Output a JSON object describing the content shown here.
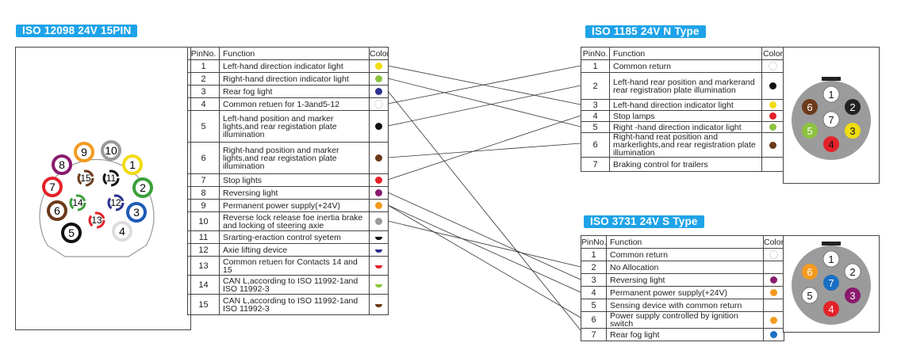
{
  "left": {
    "title": "ISO 12098 24V  15PIN",
    "headers": {
      "pin": "PinNo.",
      "function": "Function",
      "color": "Color"
    },
    "rows": [
      {
        "pin": "1",
        "function": "Left-hand direction indicator light",
        "color": "#f1dc12",
        "mark": "dot"
      },
      {
        "pin": "2",
        "function": "Right-hand direction indicator light",
        "color": "#8cc33e",
        "mark": "dot"
      },
      {
        "pin": "3",
        "function": "Rear fog light",
        "color": "#2b2f8f",
        "mark": "dot"
      },
      {
        "pin": "4",
        "function": "Common retuen for 1-3and5-12",
        "color": "#ffffff",
        "mark": "dot"
      },
      {
        "pin": "5",
        "function": "Left-hand position and marker lights,and rear registation plate illumination",
        "color": "#111111",
        "mark": "dot"
      },
      {
        "pin": "6",
        "function": "Right-hand position and marker lights,and rear registation plate illumination",
        "color": "#6b3a1a",
        "mark": "dot"
      },
      {
        "pin": "7",
        "function": "Stop lights",
        "color": "#e32229",
        "mark": "dot"
      },
      {
        "pin": "8",
        "function": "Reversing light",
        "color": "#8a1a6e",
        "mark": "dot"
      },
      {
        "pin": "9",
        "function": "Permanent power supply(+24V)",
        "color": "#f39a1e",
        "mark": "dot"
      },
      {
        "pin": "10",
        "function": "Reverse lock release foe inertia brake and locking of steering axie",
        "color": "#9a9a9a",
        "mark": "dot"
      },
      {
        "pin": "11",
        "function": "Srarting-eraction control syetem",
        "color": "#111111",
        "mark": "half"
      },
      {
        "pin": "12",
        "function": "Axie lifting device",
        "color": "#2b2f8f",
        "mark": "half"
      },
      {
        "pin": "13",
        "function": "Common retuen for Contacts 14 and 15",
        "color": "#e32229",
        "mark": "half"
      },
      {
        "pin": "14",
        "function": "CAN L,according to ISO 11992-1and  ISO 11992-3",
        "color": "#8cc33e",
        "mark": "half"
      },
      {
        "pin": "15",
        "function": "CAN L,according to ISO 11992-1and  ISO 11992-3",
        "color": "#6b3a1a",
        "mark": "half"
      }
    ]
  },
  "n_type": {
    "title": "ISO 1185 24V  N Type",
    "headers": {
      "pin": "PinNo.",
      "function": "Function",
      "color": "Color"
    },
    "rows": [
      {
        "pin": "1",
        "function": "Common return",
        "color": "#ffffff"
      },
      {
        "pin": "2",
        "function": "Left-hand rear position and markerand rear registration plate illumination",
        "color": "#111111"
      },
      {
        "pin": "3",
        "function": "Left-hand direction indicator light",
        "color": "#f1dc12"
      },
      {
        "pin": "4",
        "function": "Stop lamps",
        "color": "#e32229"
      },
      {
        "pin": "5",
        "function": "Right -hand direction indicator light",
        "color": "#8cc33e"
      },
      {
        "pin": "6",
        "function": "Right-hand reat position and markerlights,and rear registration plate illumination",
        "color": "#6b3a1a"
      },
      {
        "pin": "7",
        "function": "Braking control for trailers",
        "color": ""
      }
    ],
    "connector_pins": [
      "1",
      "2",
      "3",
      "4",
      "5",
      "6",
      "7"
    ]
  },
  "s_type": {
    "title": "ISO 3731 24V  S Type",
    "headers": {
      "pin": "PinNo.",
      "function": "Function",
      "color": "Color"
    },
    "rows": [
      {
        "pin": "1",
        "function": "Common return",
        "color": "#ffffff"
      },
      {
        "pin": "2",
        "function": "No Allocation",
        "color": ""
      },
      {
        "pin": "3",
        "function": "Reversing light",
        "color": "#8a1a6e"
      },
      {
        "pin": "4",
        "function": "Permanent power supply(+24V)",
        "color": "#f39a1e"
      },
      {
        "pin": "5",
        "function": "Sensing device with common return",
        "color": ""
      },
      {
        "pin": "6",
        "function": "Power supply controlled by ignition switch",
        "color": "#f39a1e"
      },
      {
        "pin": "7",
        "function": "Rear fog light",
        "color": "#1a6fc4"
      }
    ],
    "connector_pins": [
      "1",
      "2",
      "3",
      "4",
      "5",
      "6",
      "7"
    ]
  },
  "connector15": {
    "pins": [
      "1",
      "2",
      "3",
      "4",
      "5",
      "6",
      "7",
      "8",
      "9",
      "10",
      "11",
      "12",
      "13",
      "14",
      "15"
    ]
  },
  "wires_n": [
    [
      "1",
      "3"
    ],
    [
      "2",
      "5"
    ],
    [
      "4",
      "1"
    ],
    [
      "5",
      "2"
    ],
    [
      "6",
      "6"
    ],
    [
      "7",
      "4"
    ]
  ],
  "wires_s": [
    [
      "3",
      "7"
    ],
    [
      "8",
      "3"
    ],
    [
      "9",
      "4"
    ],
    [
      "9",
      "6"
    ],
    [
      "10",
      "2"
    ]
  ]
}
